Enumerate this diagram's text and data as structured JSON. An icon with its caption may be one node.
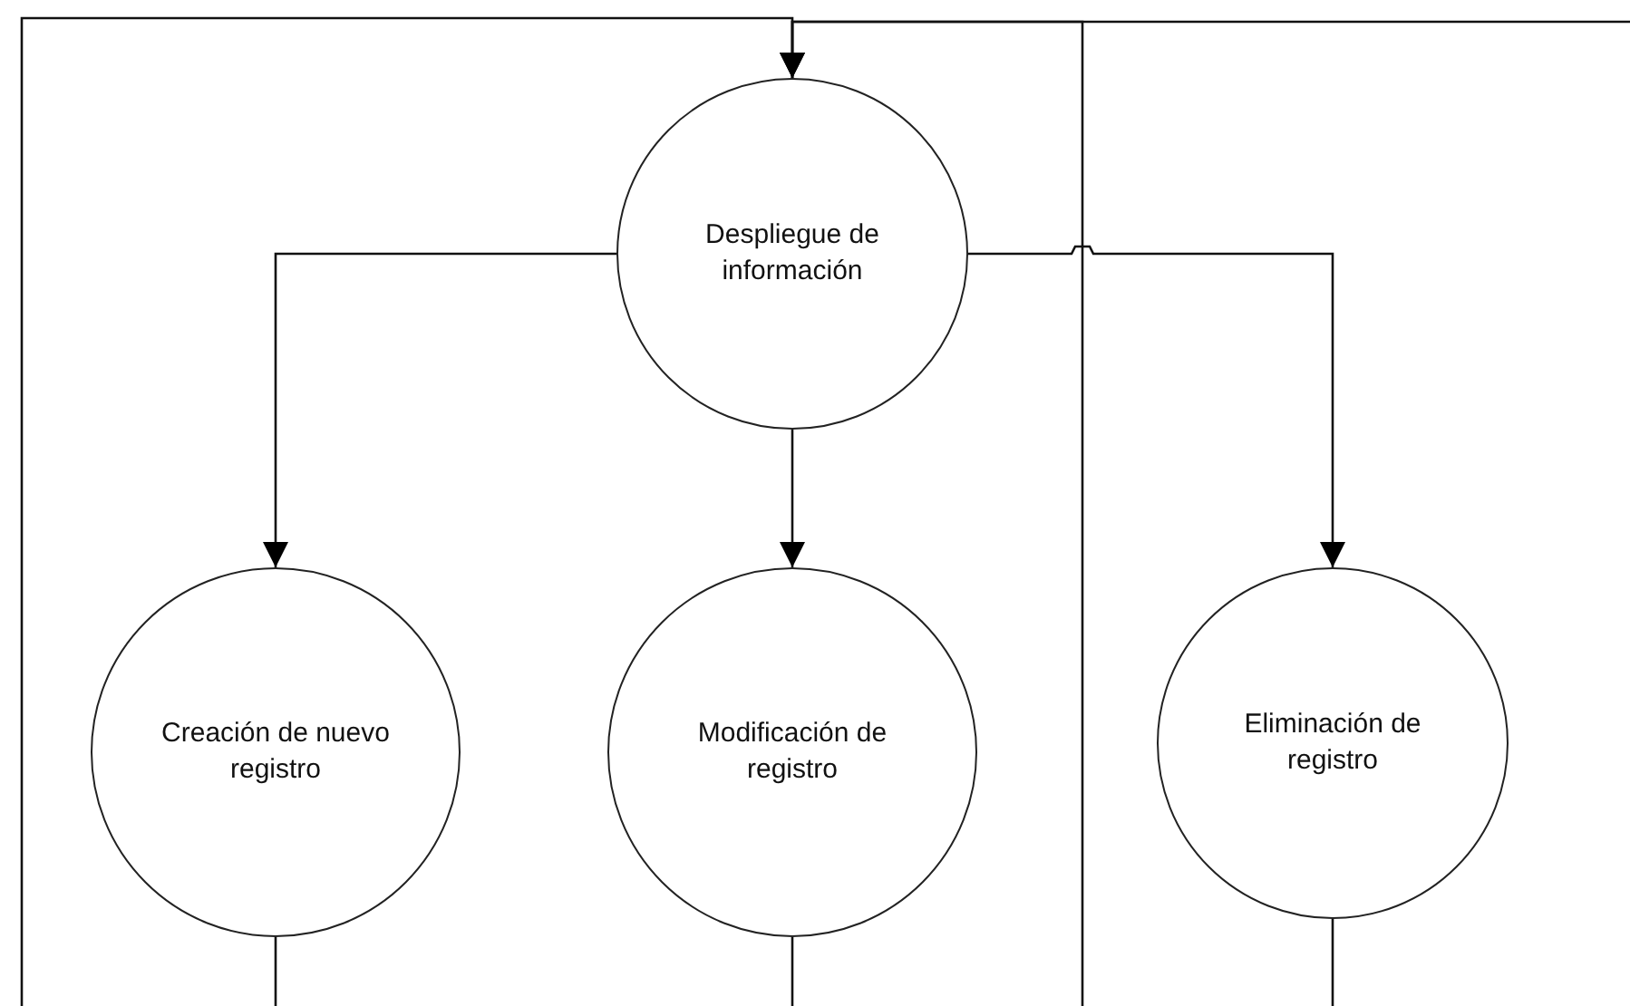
{
  "diagram": {
    "nodes": [
      {
        "text": [
          "Despliegue de información"
        ]
      },
      {
        "text": [
          "Creación de nuevo registro"
        ]
      },
      {
        "text": [
          "Modificación de registro"
        ]
      },
      {
        "text": [
          "Eliminación de registro"
        ]
      }
    ],
    "edges": [
      {
        "from": null,
        "to": 0,
        "arrow": "to"
      },
      {
        "from": null,
        "to": 0,
        "arrow": "to"
      },
      {
        "from": null,
        "to": 0,
        "arrow": "to"
      },
      {
        "from": 0,
        "to": 1,
        "arrow": "to"
      },
      {
        "from": 0,
        "to": 2,
        "arrow": "to"
      },
      {
        "from": 0,
        "to": 3,
        "arrow": "to"
      },
      {
        "from": 1,
        "to": null,
        "arrow": "none"
      },
      {
        "from": 2,
        "to": null,
        "arrow": "none"
      },
      {
        "from": 3,
        "to": null,
        "arrow": "none"
      }
    ]
  }
}
